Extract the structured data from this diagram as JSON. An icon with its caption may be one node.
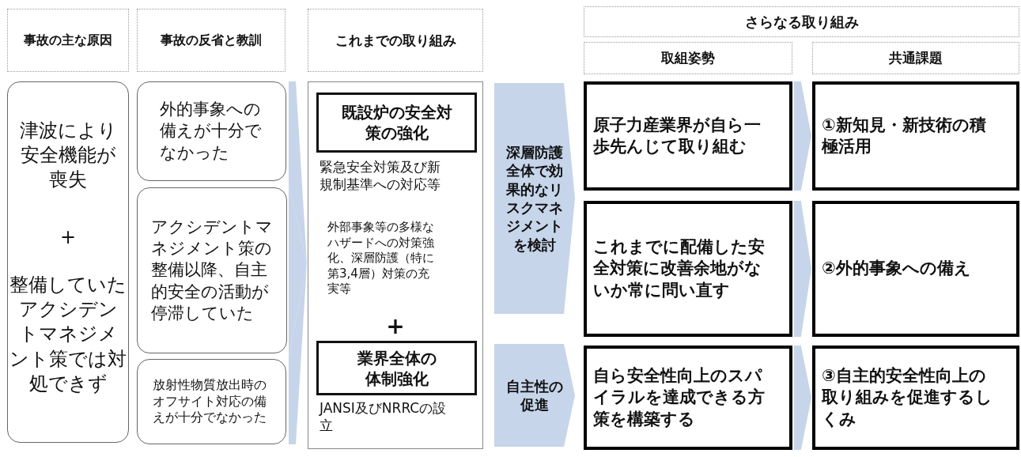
{
  "diagram": {
    "nodes": [
      {
        "text": [
          "事故の主な原因"
        ]
      },
      {
        "text": [
          "事故の反省と教訓"
        ]
      },
      {
        "text": [
          "これまでの取り組み"
        ]
      },
      {
        "text": [
          "さらなる取り組み"
        ]
      },
      {
        "text": [
          "取組姿勢"
        ]
      },
      {
        "text": [
          "共通課題"
        ]
      },
      {
        "text": [
          "津波により安全機能が喪失",
          "+",
          "整備していたアクシデントマネジメント策では対処できず"
        ]
      },
      {
        "text": [
          "外的事象への備えが十分でなかった"
        ]
      },
      {
        "text": [
          "アクシデントマネジメント策の整備以降、自主的安全の活動が停滞していた"
        ]
      },
      {
        "text": [
          "放射性物質放出時のオフサイト対応の備えが十分でなかった"
        ]
      },
      {
        "text": [
          "緊急安全対策及び新規制基準への対応等",
          "外部事象等の多様なハザードへの対策強化、深層防護（特に第3,4層）対策の充実等",
          "+",
          "JANSI及びNRRCの設立"
        ]
      },
      {
        "text": [
          "既設炉の安全対策の強化"
        ],
        "in": 10
      },
      {
        "text": [
          "業界全体の体制強化"
        ],
        "in": 10
      },
      {
        "text": [
          "深層防護全体で効果的なリスクマネジメントを検討"
        ]
      },
      {
        "text": [
          "自主性の促進"
        ]
      },
      {
        "text": [
          "原子力産業界が自ら一歩先んじて取り組む"
        ]
      },
      {
        "text": [
          "これまでに配備した安全対策に改善余地がないか常に問い直す"
        ]
      },
      {
        "text": [
          "自ら安全性向上のスパイラルを達成できる方策を構築する"
        ]
      },
      {
        "text": [
          "①新知見・新技術の積極活用"
        ]
      },
      {
        "text": [
          "②外的事象への備え"
        ]
      },
      {
        "text": [
          "③自主的安全性向上の取り組みを促進するしくみ"
        ]
      }
    ],
    "edges": [
      {
        "from": 7,
        "to": 10,
        "arrow": "to"
      },
      {
        "from": 8,
        "to": 10,
        "arrow": "to"
      },
      {
        "from": 9,
        "to": 10,
        "arrow": "to"
      },
      {
        "from": 15,
        "to": 18,
        "arrow": "to"
      },
      {
        "from": 16,
        "to": 19,
        "arrow": "to"
      },
      {
        "from": 17,
        "to": 20,
        "arrow": "to"
      }
    ]
  }
}
